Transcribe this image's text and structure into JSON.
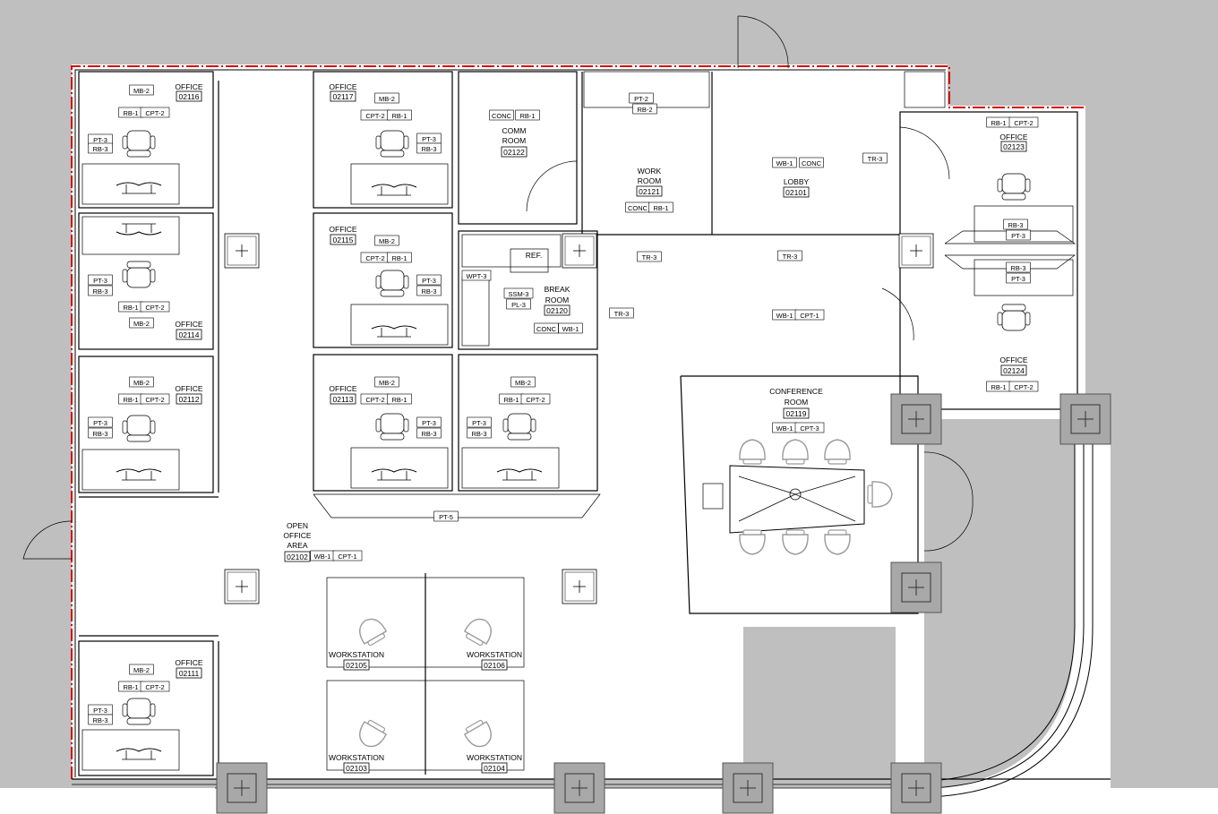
{
  "colors": {
    "background_gray": "#bfbfbf",
    "wall": "#000000",
    "boundary_red": "#d40000",
    "furniture_gray": "#9a9a9a",
    "column_fill": "#a8a8a8"
  },
  "rooms": [
    {
      "id": "office-02116",
      "name": "OFFICE",
      "number": "02116",
      "tags": [
        "MB-2",
        "RB-1",
        "CPT-2",
        "PT-3",
        "RB-3"
      ]
    },
    {
      "id": "office-02117",
      "name": "OFFICE",
      "number": "02117",
      "tags": [
        "MB-2",
        "CPT-2",
        "RB-1",
        "PT-3",
        "RB-3"
      ]
    },
    {
      "id": "comm-room-02122",
      "name_line1": "COMM",
      "name_line2": "ROOM",
      "number": "02122",
      "tags": [
        "CONC",
        "RB-1"
      ]
    },
    {
      "id": "work-room-02121",
      "name_line1": "WORK",
      "name_line2": "ROOM",
      "number": "02121",
      "tags": [
        "PT-2",
        "RB-2",
        "CONC",
        "RB-1",
        "TR-3"
      ]
    },
    {
      "id": "lobby-02101",
      "name": "LOBBY",
      "number": "02101",
      "tags": [
        "WB-1",
        "CONC",
        "TR-3",
        "WB-1",
        "CPT-1"
      ]
    },
    {
      "id": "office-02123",
      "name": "OFFICE",
      "number": "02123",
      "tags": [
        "RB-1",
        "CPT-2",
        "TR-3",
        "RB-3",
        "PT-3"
      ]
    },
    {
      "id": "office-02114",
      "name": "OFFICE",
      "number": "02114",
      "tags": [
        "PT-3",
        "RB-3",
        "RB-1",
        "CPT-2",
        "MB-2"
      ]
    },
    {
      "id": "office-02115",
      "name": "OFFICE",
      "number": "02115",
      "tags": [
        "MB-2",
        "CPT-2",
        "RB-1",
        "PT-3",
        "RB-3"
      ]
    },
    {
      "id": "break-room-02120",
      "name_line1": "BREAK",
      "name_line2": "ROOM",
      "number": "02120",
      "tags": [
        "WPT-3",
        "SSM-3",
        "PL-3",
        "CONC",
        "WB-1",
        "TR-3",
        "REF."
      ]
    },
    {
      "id": "office-02124",
      "name": "OFFICE",
      "number": "02124",
      "tags": [
        "RB-3",
        "PT-3",
        "RB-1",
        "CPT-2"
      ]
    },
    {
      "id": "office-02112",
      "name": "OFFICE",
      "number": "02112",
      "tags": [
        "MB-2",
        "RB-1",
        "CPT-2",
        "PT-3",
        "RB-3"
      ]
    },
    {
      "id": "office-02113",
      "name": "OFFICE",
      "number": "02113",
      "tags": [
        "MB-2",
        "CPT-2",
        "RB-1",
        "PT-3",
        "RB-3"
      ]
    },
    {
      "id": "office-unnumbered",
      "tags": [
        "MB-2",
        "RB-1",
        "CPT-2",
        "PT-3",
        "RB-3"
      ]
    },
    {
      "id": "conference-02119",
      "name_line1": "CONFERENCE",
      "name_line2": "ROOM",
      "number": "02119",
      "tags": [
        "WB-1",
        "CPT-3"
      ]
    },
    {
      "id": "open-office-02102",
      "name_line1": "OPEN",
      "name_line2": "OFFICE",
      "name_line3": "AREA",
      "number": "02102",
      "tags": [
        "WB-1",
        "CPT-1",
        "PT-5"
      ]
    },
    {
      "id": "office-02111",
      "name": "OFFICE",
      "number": "02111",
      "tags": [
        "MB-2",
        "RB-1",
        "CPT-2",
        "PT-3",
        "RB-3"
      ]
    },
    {
      "id": "workstation-02105",
      "name": "WORKSTATION",
      "number": "02105"
    },
    {
      "id": "workstation-02106",
      "name": "WORKSTATION",
      "number": "02106"
    },
    {
      "id": "workstation-02103",
      "name": "WORKSTATION",
      "number": "02103"
    },
    {
      "id": "workstation-02104",
      "name": "WORKSTATION",
      "number": "02104"
    }
  ],
  "labels": {
    "o02116_name": "OFFICE",
    "o02116_num": "02116",
    "o02117_name": "OFFICE",
    "o02117_num": "02117",
    "comm_l1": "COMM",
    "comm_l2": "ROOM",
    "comm_num": "02122",
    "work_l1": "WORK",
    "work_l2": "ROOM",
    "work_num": "02121",
    "lobby_name": "LOBBY",
    "lobby_num": "02101",
    "o02123_name": "OFFICE",
    "o02123_num": "02123",
    "o02114_name": "OFFICE",
    "o02114_num": "02114",
    "o02115_name": "OFFICE",
    "o02115_num": "02115",
    "break_l1": "BREAK",
    "break_l2": "ROOM",
    "break_num": "02120",
    "o02124_name": "OFFICE",
    "o02124_num": "02124",
    "o02112_name": "OFFICE",
    "o02112_num": "02112",
    "o02113_name": "OFFICE",
    "o02113_num": "02113",
    "conf_l1": "CONFERENCE",
    "conf_l2": "ROOM",
    "conf_num": "02119",
    "open_l1": "OPEN",
    "open_l2": "OFFICE",
    "open_l3": "AREA",
    "open_num": "02102",
    "o02111_name": "OFFICE",
    "o02111_num": "02111",
    "ws_name": "WORKSTATION",
    "ws02105": "02105",
    "ws02106": "02106",
    "ws02103": "02103",
    "ws02104": "02104",
    "ref": "REF."
  },
  "tags": {
    "MB2": "MB-2",
    "RB1": "RB-1",
    "RB2": "RB-2",
    "RB3": "RB-3",
    "CPT1": "CPT-1",
    "CPT2": "CPT-2",
    "CPT3": "CPT-3",
    "PT2": "PT-2",
    "PT3": "PT-3",
    "PT5": "PT-5",
    "CONC": "CONC",
    "WB1": "WB-1",
    "TR3": "TR-3",
    "WPT3": "WPT-3",
    "SSM3": "SSM-3",
    "PL3": "PL-3"
  }
}
